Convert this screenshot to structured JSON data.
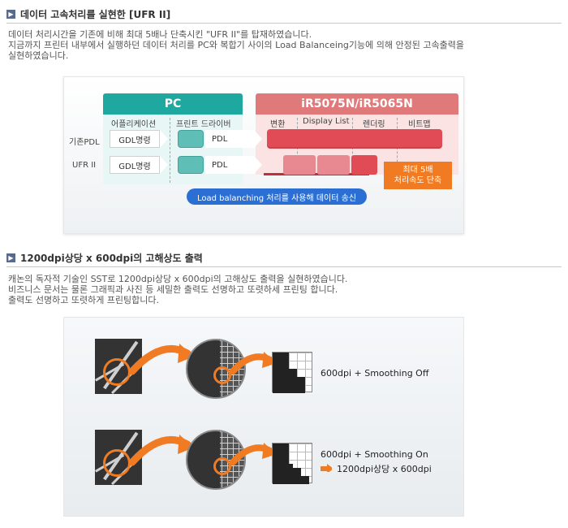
{
  "section1": {
    "title": "데이터 고속처리를 실현한 [UFR II]",
    "lines": [
      "데이터 처리시간을 기존에 비해 최대 5배나 단축시킨 \"UFR II\"를 탑재하였습니다.",
      "지금까지 프린터 내부에서 실행하던 데이터 처리를 PC와 복합기 사이의 Load Balanceing기능에 의해 안정된 고속출력을",
      "실현하였습니다."
    ]
  },
  "diagram1": {
    "pc_header": "PC",
    "ir_header": "iR5075N/iR5065N",
    "col_app": "어플리케이션",
    "col_driver": "프린트 드라이버",
    "col_convert": "변환",
    "col_display": "Display List",
    "col_render": "렌더링",
    "col_bitmap": "비트맵",
    "row1_label": "기존PDL",
    "row2_label": "UFR II",
    "gdl": "GDL명령",
    "pdl": "PDL",
    "load_balancing": "Load balanching 처리를 사용해 데이터 송신",
    "note_line1": "최대 5배",
    "note_line2": "처리속도 단축",
    "colors": {
      "pc": "#1fa8a0",
      "ir": "#e07a7a",
      "bar": "#e04b55",
      "accent": "#f07b22",
      "pill": "#2b6fd4"
    }
  },
  "section2": {
    "title": "1200dpi상당 x 600dpi의 고해상도 출력",
    "lines": [
      "캐논의 독자적 기술인 SST로 1200dpi상당 x 600dpi의 고해상도 출력을 실현하였습니다.",
      "비즈니스 문서는 물론 그래픽과 사진 등 세밀한 출력도 선명하고 또렷하세 프린팅 합니다.",
      "출력도 선명하고 또렷하게 프린팅합니다."
    ]
  },
  "diagram2": {
    "row1_label": "600dpi + Smoothing Off",
    "row2_label": "600dpi + Smoothing On",
    "row2_result": "1200dpi상당 x 600dpi",
    "icons": [
      "photo-sample",
      "magnifier-circle",
      "pixel-zoom",
      "orange-arrow-icon"
    ]
  }
}
